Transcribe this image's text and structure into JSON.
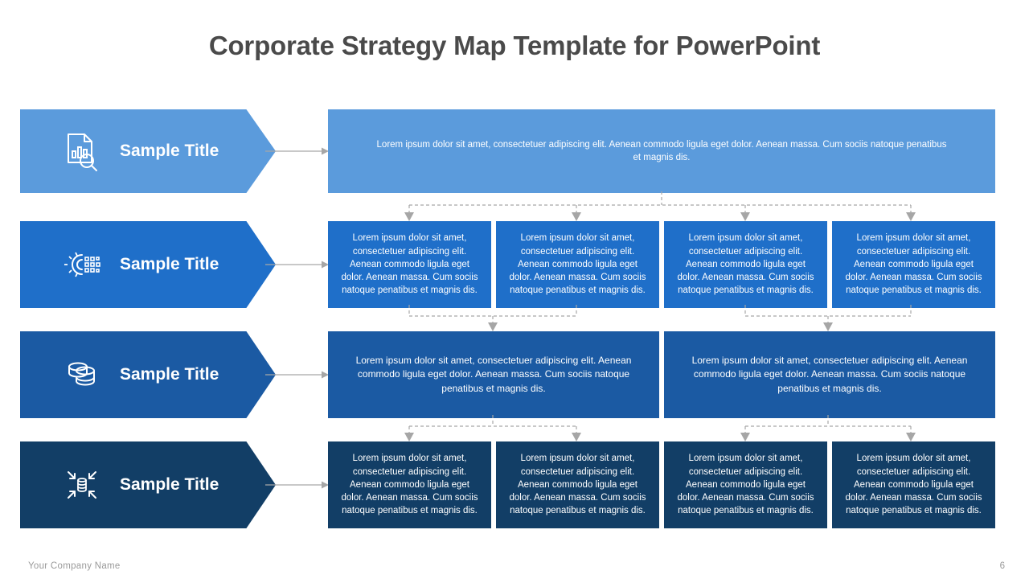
{
  "slide": {
    "title": "Corporate Strategy Map Template for PowerPoint",
    "page_number": "6",
    "company": "Your Company Name"
  },
  "colors": {
    "row1": "#5B9BDC",
    "row2": "#1F6FC9",
    "row3": "#1B5AA3",
    "row4": "#123E66",
    "title_text": "#4A4A4A",
    "connector": "#A6A6A6",
    "footer_text": "#9A9A9A"
  },
  "rows": [
    {
      "label": "Sample Title",
      "icon": "document-chart-search-icon",
      "color": "#5B9BDC",
      "cards": [
        "Lorem ipsum dolor sit amet, consectetuer adipiscing elit. Aenean commodo ligula eget dolor. Aenean massa. Cum sociis natoque penatibus et magnis dis."
      ]
    },
    {
      "label": "Sample Title",
      "icon": "gear-digital-transformation-icon",
      "color": "#1F6FC9",
      "cards": [
        "Lorem ipsum dolor sit amet, consectetuer adipiscing elit. Aenean commodo ligula eget dolor. Aenean massa. Cum sociis natoque penatibus et magnis dis.",
        "Lorem ipsum dolor sit amet, consectetuer adipiscing elit. Aenean commodo ligula eget dolor. Aenean massa. Cum sociis natoque penatibus et magnis dis.",
        "Lorem ipsum dolor sit amet, consectetuer adipiscing elit. Aenean commodo ligula eget dolor. Aenean massa. Cum sociis natoque penatibus et magnis dis.",
        "Lorem ipsum dolor sit amet, consectetuer adipiscing elit. Aenean commodo ligula eget dolor. Aenean massa. Cum sociis natoque penatibus et magnis dis."
      ]
    },
    {
      "label": "Sample Title",
      "icon": "database-stack-icon",
      "color": "#1B5AA3",
      "cards": [
        "Lorem ipsum dolor sit amet, consectetuer adipiscing elit. Aenean commodo ligula eget dolor. Aenean massa. Cum sociis natoque penatibus et magnis dis.",
        "Lorem ipsum dolor sit amet, consectetuer adipiscing elit. Aenean commodo ligula eget dolor. Aenean massa. Cum sociis natoque penatibus et magnis dis."
      ]
    },
    {
      "label": "Sample Title",
      "icon": "data-consolidation-arrows-icon",
      "color": "#123E66",
      "cards": [
        "Lorem ipsum dolor sit amet, consectetuer adipiscing elit. Aenean commodo ligula eget dolor. Aenean massa. Cum sociis natoque penatibus et magnis dis.",
        "Lorem ipsum dolor sit amet, consectetuer adipiscing elit. Aenean commodo ligula eget dolor. Aenean massa. Cum sociis natoque penatibus et magnis dis.",
        "Lorem ipsum dolor sit amet, consectetuer adipiscing elit. Aenean commodo ligula eget dolor. Aenean massa. Cum sociis natoque penatibus et magnis dis.",
        "Lorem ipsum dolor sit amet, consectetuer adipiscing elit. Aenean commodo ligula eget dolor. Aenean massa. Cum sociis natoque penatibus et magnis dis."
      ]
    }
  ]
}
